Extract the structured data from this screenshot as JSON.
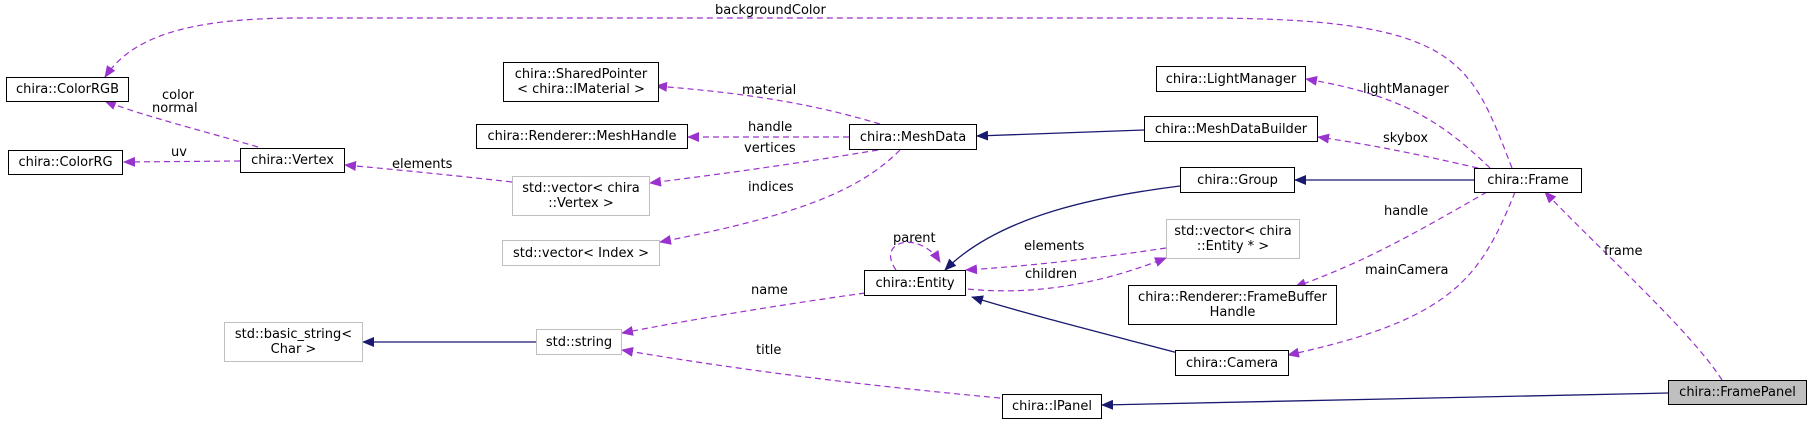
{
  "colors": {
    "usage_edge": "#9a32cd",
    "inherit_edge": "#191970",
    "grey_border": "#bfbfbf",
    "focus_fill": "#bfbfbf"
  },
  "nodes": {
    "colorrgb": {
      "lines": [
        "chira::ColorRGB"
      ]
    },
    "colorrg": {
      "lines": [
        "chira::ColorRG"
      ]
    },
    "vertex": {
      "lines": [
        "chira::Vertex"
      ]
    },
    "sharedptr": {
      "lines": [
        "chira::SharedPointer",
        "< chira::IMaterial >"
      ]
    },
    "meshhandle": {
      "lines": [
        "chira::Renderer::MeshHandle"
      ]
    },
    "vec_vertex": {
      "lines": [
        "std::vector< chira",
        "::Vertex >"
      ]
    },
    "vec_index": {
      "lines": [
        "std::vector< Index >"
      ]
    },
    "meshdata": {
      "lines": [
        "chira::MeshData"
      ]
    },
    "basic_string": {
      "lines": [
        "std::basic_string<",
        "Char >"
      ]
    },
    "stdstring": {
      "lines": [
        "std::string"
      ]
    },
    "entity": {
      "lines": [
        "chira::Entity"
      ]
    },
    "lightmanager": {
      "lines": [
        "chira::LightManager"
      ]
    },
    "meshdatabuilder": {
      "lines": [
        "chira::MeshDataBuilder"
      ]
    },
    "group": {
      "lines": [
        "chira::Group"
      ]
    },
    "vec_entity": {
      "lines": [
        "std::vector< chira",
        "::Entity * >"
      ]
    },
    "fbhandle": {
      "lines": [
        "chira::Renderer::FrameBuffer",
        "Handle"
      ]
    },
    "camera": {
      "lines": [
        "chira::Camera"
      ]
    },
    "ipanel": {
      "lines": [
        "chira::IPanel"
      ]
    },
    "frame": {
      "lines": [
        "chira::Frame"
      ]
    },
    "framepanel": {
      "lines": [
        "chira::FramePanel"
      ]
    }
  },
  "edge_labels": {
    "backgroundColor": "backgroundColor",
    "color_normal": [
      "color",
      "normal"
    ],
    "uv": "uv",
    "elements_vertex": "elements",
    "material": "material",
    "handle_mesh": "handle",
    "vertices": "vertices",
    "indices": "indices",
    "parent": "parent",
    "elements_entity": "elements",
    "children": "children",
    "name": "name",
    "title": "title",
    "lightManager": "lightManager",
    "skybox": "skybox",
    "handle_frame": "handle",
    "mainCamera": "mainCamera",
    "frame": "frame"
  }
}
